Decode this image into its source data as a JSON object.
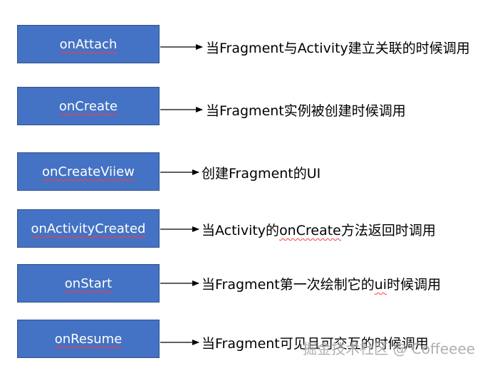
{
  "colors": {
    "box_fill": "#4472c4",
    "box_border": "#2f528f",
    "arrow": "#000000"
  },
  "rows": [
    {
      "method": "onAttach",
      "desc_pre": "当Fragment与Activity建立关联的时候调用",
      "desc_squiggle": "",
      "desc_post": ""
    },
    {
      "method": "onCreate",
      "desc_pre": "当Fragment实例被创建时候调用",
      "desc_squiggle": "",
      "desc_post": ""
    },
    {
      "method": "onCreateViiew",
      "desc_pre": "创建Fragment的UI",
      "desc_squiggle": "",
      "desc_post": ""
    },
    {
      "method": "onActivityCreated",
      "desc_pre": "当Activity的",
      "desc_squiggle": "onCreate",
      "desc_post": "方法返回时调用"
    },
    {
      "method": "onStart",
      "desc_pre": "当Fragment第一次绘制它的",
      "desc_squiggle": "ui",
      "desc_post": "时候调用"
    },
    {
      "method": "onResume",
      "desc_pre": "当Fragment可见且可交互的时候调用",
      "desc_squiggle": "",
      "desc_post": ""
    }
  ],
  "watermark": "掘金技术社区 @ Coffeeee"
}
